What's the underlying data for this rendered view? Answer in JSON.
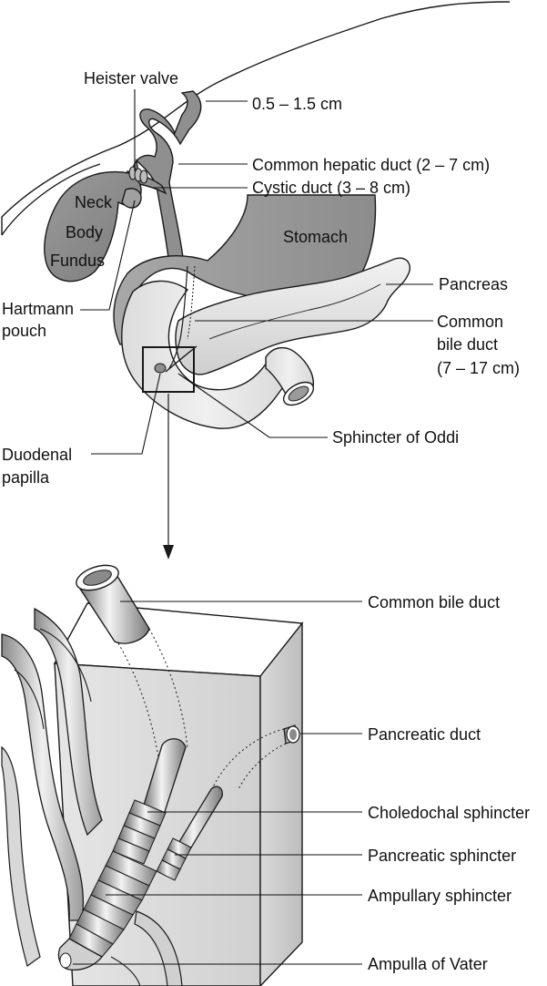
{
  "labels": {
    "heister_valve": "Heister valve",
    "hartmann_pouch_1": "Hartmann",
    "hartmann_pouch_2": "pouch",
    "neck": "Neck",
    "body": "Body",
    "fundus": "Fundus",
    "duct_length": "0.5 – 1.5 cm",
    "common_hepatic_duct": "Common hepatic duct (2 – 7 cm)",
    "cystic_duct": "Cystic duct (3 – 8 cm)",
    "stomach": "Stomach",
    "pancreas": "Pancreas",
    "common_bile_duct_upper_1": "Common",
    "common_bile_duct_upper_2": "bile duct",
    "common_bile_duct_upper_3": "(7 – 17 cm)",
    "duodenal_papilla_1": "Duodenal",
    "duodenal_papilla_2": "papilla",
    "sphincter_of_oddi": "Sphincter of Oddi",
    "common_bile_duct_lower": "Common bile duct",
    "pancreatic_duct": "Pancreatic duct",
    "choledochal_sphincter": "Choledochal sphincter",
    "pancreatic_sphincter": "Pancreatic sphincter",
    "ampullary_sphincter": "Ampullary sphincter",
    "ampulla_of_vater": "Ampulla of Vater"
  },
  "colors": {
    "organ_gray": "#8f8f8f",
    "organ_light": "#e2e2e2",
    "outline": "#1a1a1a"
  }
}
